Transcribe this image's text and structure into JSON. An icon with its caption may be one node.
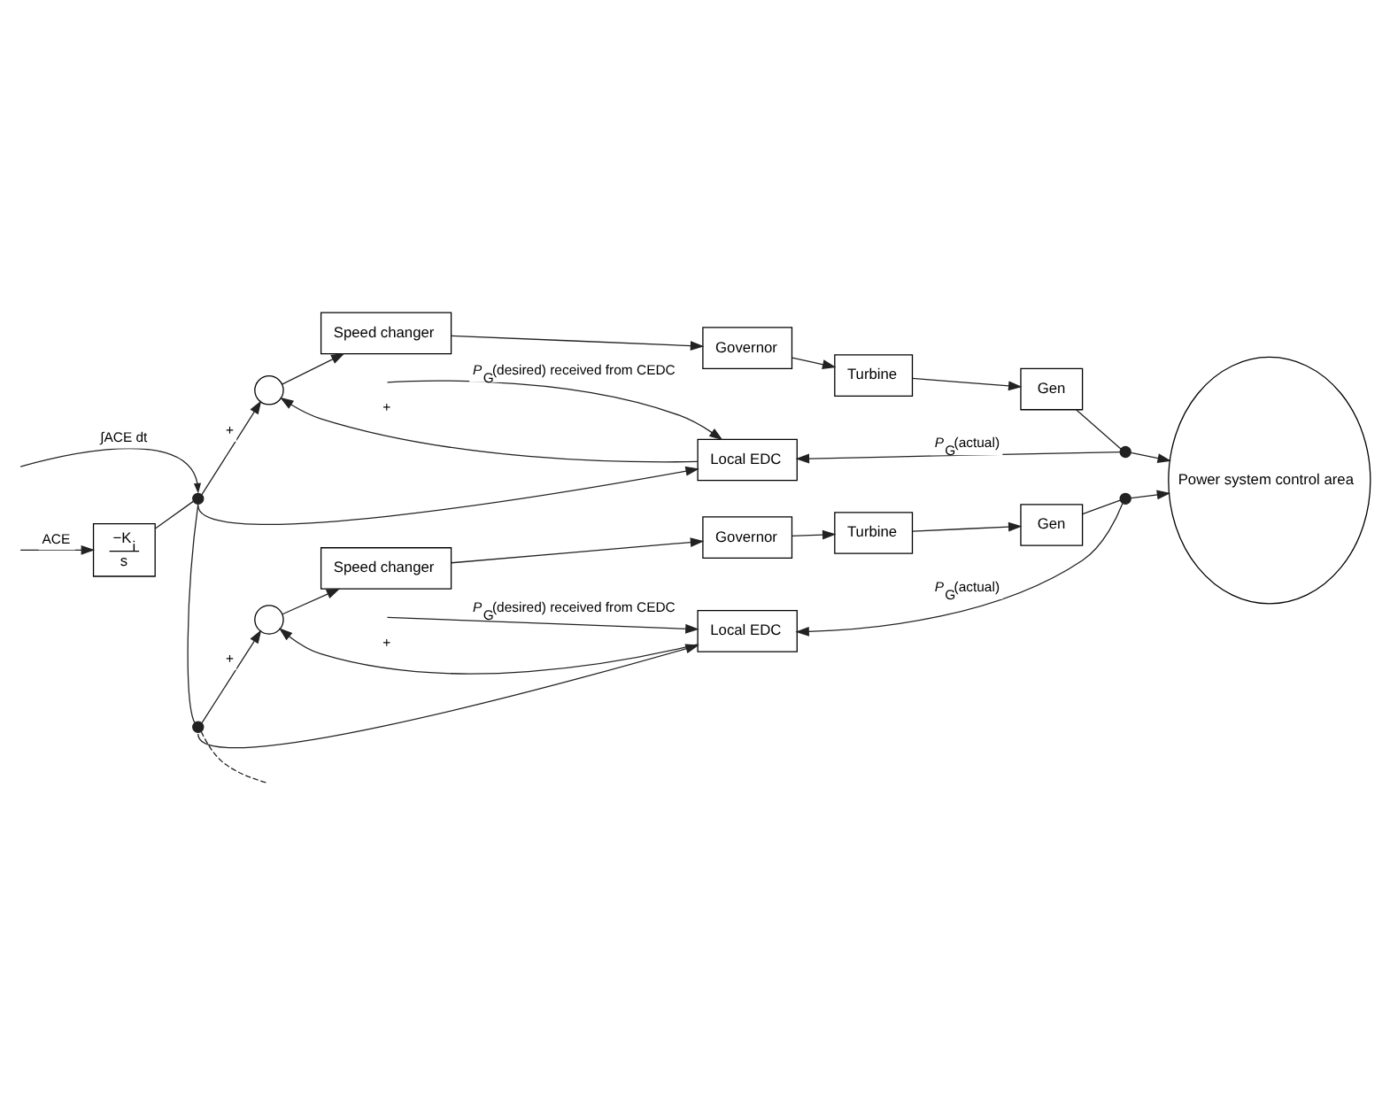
{
  "diagram": {
    "nodes": [
      {
        "text": [
          "−K$_{i}$",
          "s"
        ]
      },
      {
        "text": [],
        "shape": "dot"
      },
      {
        "text": [],
        "shape": "circle"
      },
      {
        "text": [
          "Speed changer"
        ]
      },
      {
        "text": [
          "Governor"
        ]
      },
      {
        "text": [
          "Turbine"
        ]
      },
      {
        "text": [
          "Gen"
        ]
      },
      {
        "text": [],
        "shape": "dot"
      },
      {
        "text": [
          "Local EDC"
        ]
      },
      {
        "text": [],
        "shape": "dot"
      },
      {
        "text": [],
        "shape": "circle"
      },
      {
        "text": [
          "Speed changer"
        ]
      },
      {
        "text": [
          "Governor"
        ]
      },
      {
        "text": [
          "Turbine"
        ]
      },
      {
        "text": [
          "Gen"
        ]
      },
      {
        "text": [],
        "shape": "dot"
      },
      {
        "text": [
          "Local EDC"
        ]
      },
      {
        "text": [
          "Power system control area"
        ]
      }
    ],
    "edges": [
      {
        "from": null,
        "to": 0,
        "arrow": "to",
        "label": "ACE"
      },
      {
        "from": 0,
        "to": 1,
        "arrow": "none"
      },
      {
        "from": null,
        "to": 1,
        "arrow": "to",
        "label": "∫ACE dt"
      },
      {
        "from": 1,
        "to": 2,
        "arrow": "to",
        "label": "+"
      },
      {
        "from": 2,
        "to": 3,
        "arrow": "to"
      },
      {
        "from": 3,
        "to": 4,
        "arrow": "to"
      },
      {
        "from": 4,
        "to": 5,
        "arrow": "to"
      },
      {
        "from": 5,
        "to": 6,
        "arrow": "to"
      },
      {
        "from": 6,
        "to": 7,
        "arrow": "none"
      },
      {
        "from": 7,
        "to": 17,
        "arrow": "to"
      },
      {
        "from": 7,
        "to": 8,
        "arrow": "to",
        "label": "*P*$_{G}$(actual)"
      },
      {
        "from": 1,
        "to": 8,
        "arrow": "to"
      },
      {
        "from": 8,
        "to": 2,
        "arrow": "to",
        "label": "+"
      },
      {
        "from": null,
        "to": 8,
        "arrow": "to",
        "label": "*P*$_{G}$(desired) received from CEDC"
      },
      {
        "from": 1,
        "to": 9,
        "arrow": "none"
      },
      {
        "from": 9,
        "to": 10,
        "arrow": "to",
        "label": "+"
      },
      {
        "from": 10,
        "to": 11,
        "arrow": "to"
      },
      {
        "from": 11,
        "to": 12,
        "arrow": "to"
      },
      {
        "from": 12,
        "to": 13,
        "arrow": "to"
      },
      {
        "from": 13,
        "to": 14,
        "arrow": "to"
      },
      {
        "from": 14,
        "to": 15,
        "arrow": "none"
      },
      {
        "from": 15,
        "to": 17,
        "arrow": "to"
      },
      {
        "from": 15,
        "to": 16,
        "arrow": "to",
        "label": "*P*$_{G}$(actual)"
      },
      {
        "from": 9,
        "to": 16,
        "arrow": "to"
      },
      {
        "from": 16,
        "to": 10,
        "arrow": "to",
        "label": "+"
      },
      {
        "from": null,
        "to": 16,
        "arrow": "to",
        "label": "*P*$_{G}$(desired) received from CEDC"
      },
      {
        "from": 9,
        "to": null,
        "arrow": "none",
        "style": "dashed"
      }
    ]
  }
}
